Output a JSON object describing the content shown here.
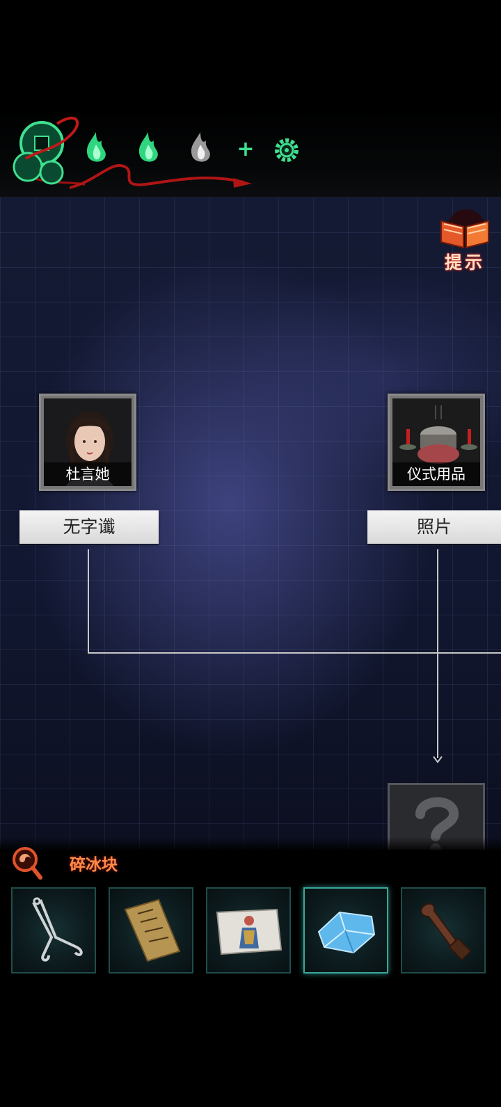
{
  "hint": {
    "label": "提示"
  },
  "clues": {
    "left_card": {
      "name": "杜言她"
    },
    "right_card": {
      "name": "仪式用品"
    },
    "left_label": "无字谶",
    "right_label": "照片",
    "unknown_card": {
      "icon": "question-mark-icon"
    }
  },
  "inventory": {
    "selected_item_name": "碎冰块",
    "items": [
      {
        "icon": "tongs-icon"
      },
      {
        "icon": "paper-talisman-icon"
      },
      {
        "icon": "paper-figure-icon"
      },
      {
        "icon": "ice-block-icon",
        "selected": true
      },
      {
        "icon": "wooden-handle-icon"
      }
    ]
  },
  "colors": {
    "accent_green": "#3fe090",
    "hint_red": "#d02020",
    "selected_orange": "#ff8a4a"
  }
}
